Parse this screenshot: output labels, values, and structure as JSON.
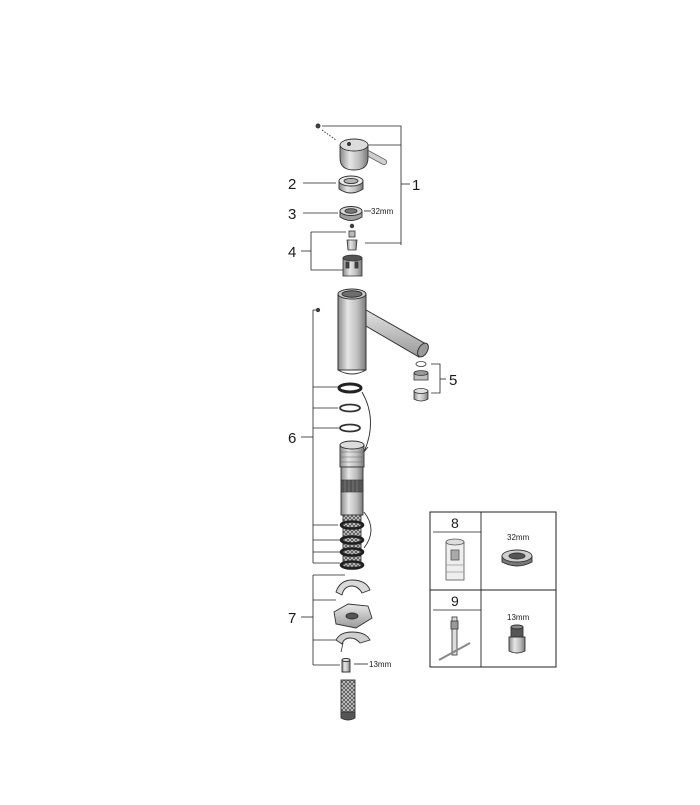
{
  "callouts": {
    "c1": "1",
    "c2": "2",
    "c3": "3",
    "c4": "4",
    "c5": "5",
    "c6": "6",
    "c7": "7"
  },
  "dimensions": {
    "ring_32": "32mm",
    "nut_13": "13mm"
  },
  "tools_panel": {
    "tool8_label": "8",
    "tool8_size": "32mm",
    "tool9_label": "9",
    "tool9_size": "13mm"
  }
}
